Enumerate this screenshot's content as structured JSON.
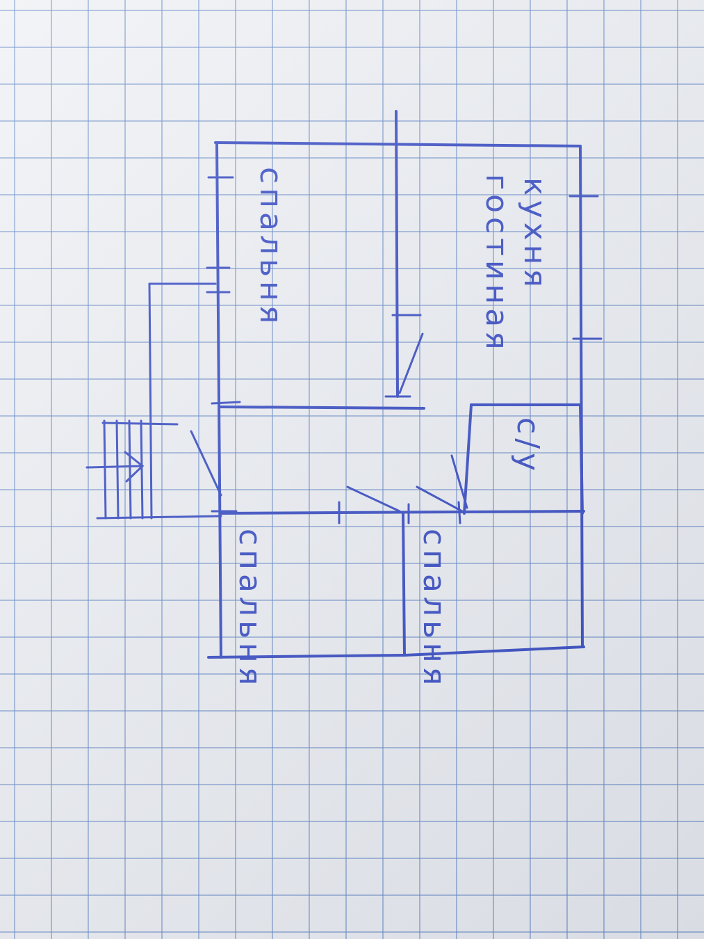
{
  "plan": {
    "rooms": [
      {
        "id": "bedroom-top",
        "label": "спальня"
      },
      {
        "id": "kitchen",
        "label": "кухня"
      },
      {
        "id": "living",
        "label": "гостиная"
      },
      {
        "id": "bathroom",
        "label": "с/у"
      },
      {
        "id": "bedroom-bottom-left",
        "label": "спальня"
      },
      {
        "id": "bedroom-bottom-right",
        "label": "спальня"
      }
    ]
  },
  "colors": {
    "ink": "#2a3fc0",
    "grid": "#5c82c4",
    "paper": "#eef0f4"
  }
}
